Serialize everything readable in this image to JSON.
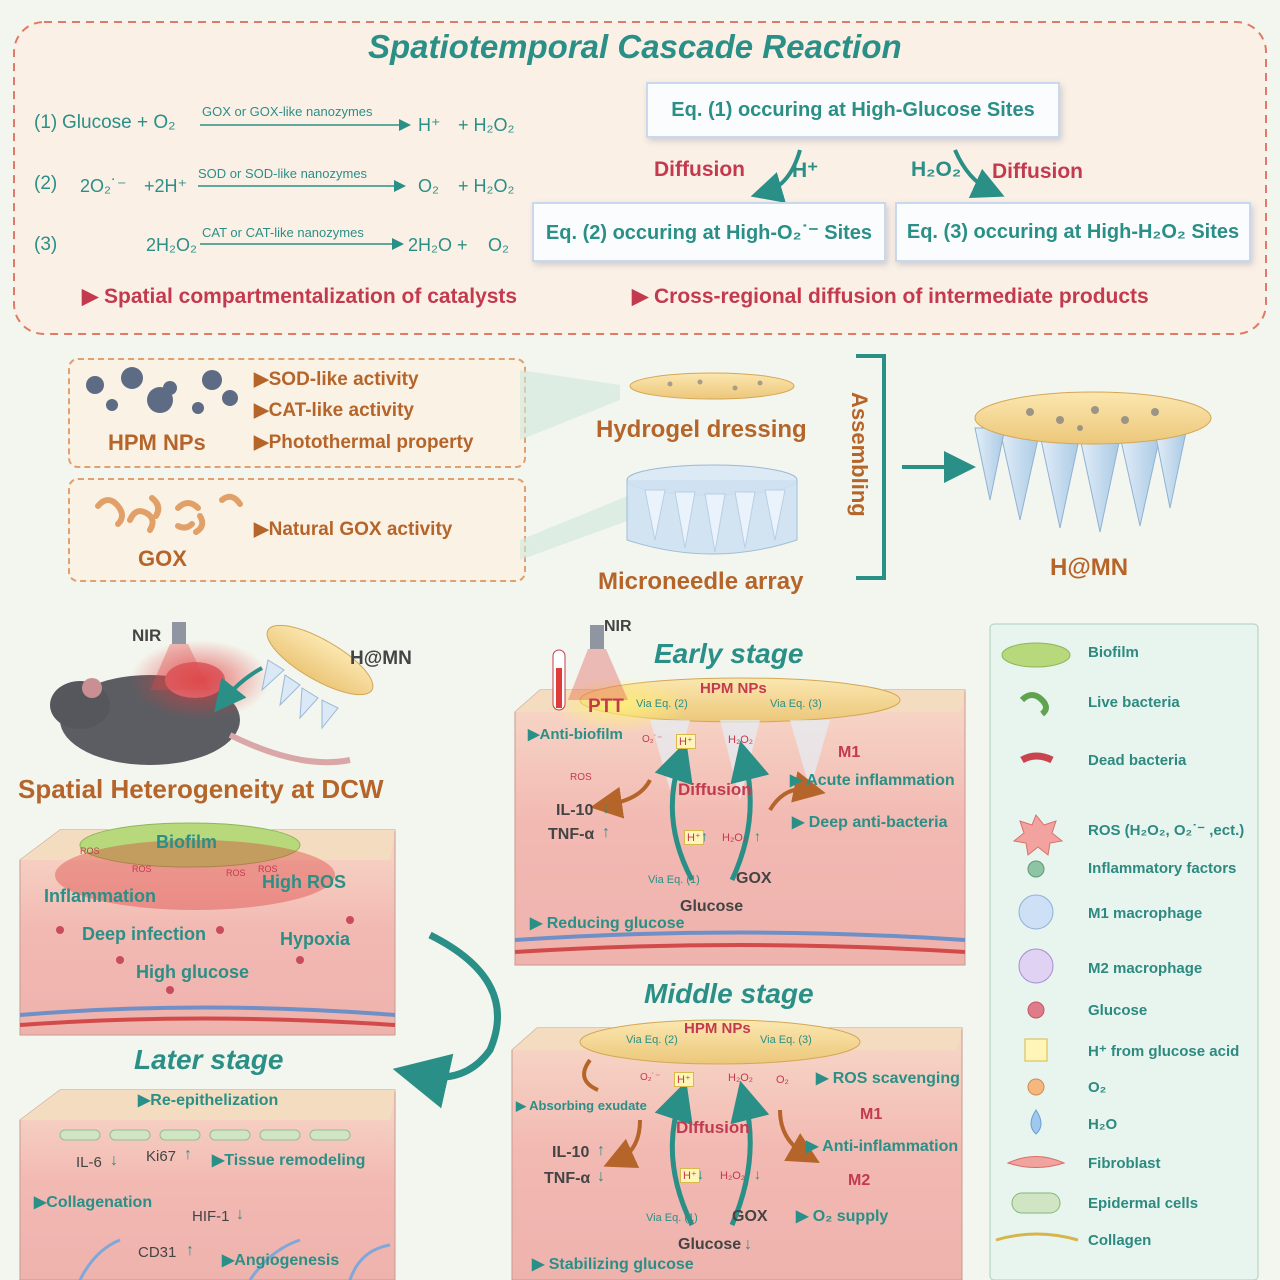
{
  "header": {
    "title": "Spatiotemporal Cascade Reaction",
    "eq1": {
      "num": "(1)",
      "left": "Glucose + O₂",
      "catalyst": "GOX or GOX-like nanozymes",
      "prod1": "H⁺",
      "prod2": "+ H₂O₂"
    },
    "eq2": {
      "num": "(2)",
      "left1": "2O₂˙⁻",
      "left2": "+2H⁺",
      "catalyst": "SOD or SOD-like nanozymes",
      "prod1": "O₂",
      "prod2": "+ H₂O₂"
    },
    "eq3": {
      "num": "(3)",
      "left": "2H₂O₂",
      "catalyst": "CAT or CAT-like nanozymes",
      "prod1": "2H₂O +",
      "prod2": "O₂"
    },
    "site1": "Eq. (1) occuring at High-Glucose Sites",
    "site2": "Eq. (2) occuring at High-O₂˙⁻ Sites",
    "site3": "Eq. (3) occuring at High-H₂O₂ Sites",
    "diffusion_left": "Diffusion",
    "diffusion_left_species": "H⁺",
    "diffusion_right_species": "H₂O₂",
    "diffusion_right": "Diffusion",
    "bullet1": "▶ Spatial compartmentalization of catalysts",
    "bullet2": "▶ Cross-regional diffusion of intermediate products"
  },
  "materials": {
    "hpm_label": "HPM NPs",
    "hpm_props": [
      "▶SOD-like activity",
      "▶CAT-like activity",
      "▶Photothermal property"
    ],
    "gox_label": "GOX",
    "gox_prop": "▶Natural GOX activity",
    "hydrogel": "Hydrogel dressing",
    "microneedle": "Microneedle array",
    "assembling": "Assembling",
    "hmn": "H@MN"
  },
  "mouse": {
    "nir": "NIR",
    "hmn": "H@MN",
    "title": "Spatial Heterogeneity at DCW"
  },
  "dcw": {
    "biofilm": "Biofilm",
    "inflammation": "Inflammation",
    "high_ros": "High ROS",
    "deep_infection": "Deep infection",
    "hypoxia": "Hypoxia",
    "high_glucose": "High glucose",
    "ros_tags": [
      "ROS",
      "ROS",
      "ROS",
      "ROS"
    ]
  },
  "early": {
    "title": "Early stage",
    "nir": "NIR",
    "ptt": "PTT",
    "hpm": "HPM NPs",
    "via2": "Via Eq. (2)",
    "via3": "Via Eq. (3)",
    "anti_biofilm": "▶Anti-biofilm",
    "o2r": "O₂˙⁻",
    "hplus": "H⁺",
    "h2o2": "H₂O₂",
    "m1": "M1",
    "acute": "▶ Acute inflammation",
    "ros": "ROS",
    "diffusion": "Diffusion",
    "il10": "IL-10",
    "il10_arrow": "↓",
    "tnf": "TNF-α",
    "tnf_arrow": "↑",
    "deep": "▶ Deep anti-bacteria",
    "h_up": "↑",
    "h2o2_up": "↑",
    "via1": "Via Eq. (1)",
    "gox": "GOX",
    "glucose": "Glucose",
    "reducing": "▶ Reducing glucose"
  },
  "middle": {
    "title": "Middle stage",
    "hpm": "HPM NPs",
    "via2": "Via Eq. (2)",
    "via3": "Via Eq. (3)",
    "o2r": "O₂˙⁻",
    "hplus": "H⁺",
    "h2o2": "H₂O₂",
    "o2": "O₂",
    "ros_scav": "▶ ROS scavenging",
    "absorb": "▶ Absorbing exudate",
    "m1": "M1",
    "diffusion": "Diffusion",
    "anti_inflam": "▶ Anti-inflammation",
    "il10": "IL-10",
    "il10_arrow": "↑",
    "tnf": "TNF-α",
    "tnf_arrow": "↓",
    "m2": "M2",
    "h_down": "↓",
    "h2o2_down": "↓",
    "via1": "Via Eq. (1)",
    "gox": "GOX",
    "o2_supply": "▶ O₂ supply",
    "glucose": "Glucose",
    "glucose_arrow": "↓",
    "stabilizing": "▶ Stabilizing glucose"
  },
  "later": {
    "title": "Later stage",
    "reepi": "▶Re-epithelization",
    "il6": "IL-6",
    "il6_arrow": "↓",
    "ki67": "Ki67",
    "ki67_arrow": "↑",
    "tissue": "▶Tissue remodeling",
    "collagen": "▶Collagenation",
    "hif": "HIF-1",
    "hif_arrow": "↓",
    "cd31": "CD31",
    "cd31_arrow": "↑",
    "angio": "▶Angiogenesis"
  },
  "legend": [
    {
      "label": "Biofilm",
      "icon": "biofilm-icon"
    },
    {
      "label": "Live bacteria",
      "icon": "live-bacteria-icon"
    },
    {
      "label": "Dead bacteria",
      "icon": "dead-bacteria-icon"
    },
    {
      "label": "ROS (H₂O₂, O₂˙⁻ ,ect.)",
      "icon": "ros-icon"
    },
    {
      "label": "Inflammatory factors",
      "icon": "inflammatory-factor-icon"
    },
    {
      "label": "M1 macrophage",
      "icon": "m1-macrophage-icon"
    },
    {
      "label": "M2 macrophage",
      "icon": "m2-macrophage-icon"
    },
    {
      "label": "Glucose",
      "icon": "glucose-icon"
    },
    {
      "label": "H⁺ from glucose acid",
      "icon": "hplus-icon"
    },
    {
      "label": "O₂",
      "icon": "o2-icon"
    },
    {
      "label": "H₂O",
      "icon": "h2o-icon"
    },
    {
      "label": "Fibroblast",
      "icon": "fibroblast-icon"
    },
    {
      "label": "Epidermal cells",
      "icon": "epidermal-cell-icon"
    },
    {
      "label": "Collagen",
      "icon": "collagen-icon"
    }
  ],
  "colors": {
    "teal": "#2a8f86",
    "red": "#c33a4e",
    "brown": "#b5652a",
    "skin": "#f4c7c3"
  }
}
